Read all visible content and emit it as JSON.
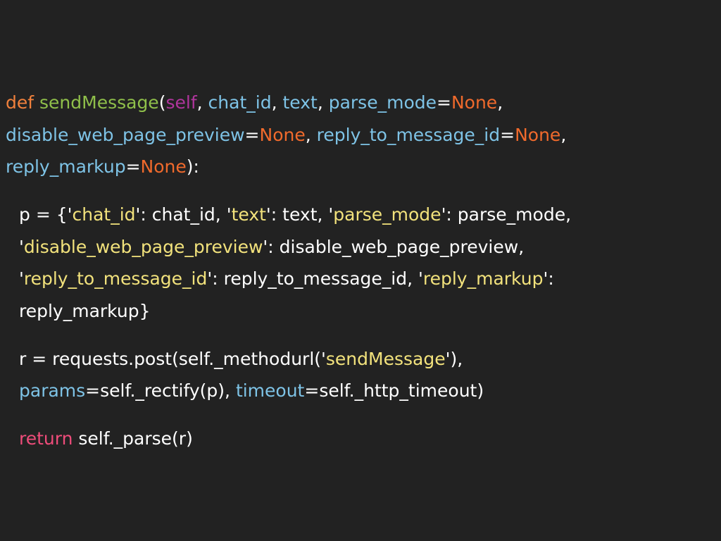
{
  "colors": {
    "background": "#222222",
    "plain": "#ffffff",
    "keyword_def": "#f0803c",
    "function_name": "#8fbf4a",
    "self_param": "#b0359c",
    "param": "#7ec3e6",
    "none_constant": "#f06a2c",
    "string": "#f2e27c",
    "keyword_return": "#ee4c7a"
  },
  "code": {
    "lines": [
      {
        "tokens": [
          {
            "text": "def ",
            "kind": "keyword_def"
          },
          {
            "text": "sendMessage",
            "kind": "function_name"
          },
          {
            "text": "(",
            "kind": "plain"
          },
          {
            "text": "self",
            "kind": "self_param"
          },
          {
            "text": ", ",
            "kind": "plain"
          },
          {
            "text": "chat_id",
            "kind": "param"
          },
          {
            "text": ", ",
            "kind": "plain"
          },
          {
            "text": "text",
            "kind": "param"
          },
          {
            "text": ", ",
            "kind": "plain"
          },
          {
            "text": "parse_mode",
            "kind": "param"
          },
          {
            "text": "=",
            "kind": "plain"
          },
          {
            "text": "None",
            "kind": "none_constant"
          },
          {
            "text": ",",
            "kind": "plain"
          }
        ]
      },
      {
        "tokens": [
          {
            "text": "disable_web_page_preview",
            "kind": "param"
          },
          {
            "text": "=",
            "kind": "plain"
          },
          {
            "text": "None",
            "kind": "none_constant"
          },
          {
            "text": ", ",
            "kind": "plain"
          },
          {
            "text": "reply_to_message_id",
            "kind": "param"
          },
          {
            "text": "=",
            "kind": "plain"
          },
          {
            "text": "None",
            "kind": "none_constant"
          },
          {
            "text": ",",
            "kind": "plain"
          }
        ]
      },
      {
        "tokens": [
          {
            "text": "reply_markup",
            "kind": "param"
          },
          {
            "text": "=",
            "kind": "plain"
          },
          {
            "text": "None",
            "kind": "none_constant"
          },
          {
            "text": "):",
            "kind": "plain"
          }
        ]
      },
      {
        "tokens": [
          {
            "text": "p = {'",
            "kind": "plain"
          },
          {
            "text": "chat_id",
            "kind": "string"
          },
          {
            "text": "': chat_id, '",
            "kind": "plain"
          },
          {
            "text": "text",
            "kind": "string"
          },
          {
            "text": "': text, '",
            "kind": "plain"
          },
          {
            "text": "parse_mode",
            "kind": "string"
          },
          {
            "text": "': parse_mode,",
            "kind": "plain"
          }
        ]
      },
      {
        "tokens": [
          {
            "text": "'",
            "kind": "plain"
          },
          {
            "text": "disable_web_page_preview",
            "kind": "string"
          },
          {
            "text": "': disable_web_page_preview,",
            "kind": "plain"
          }
        ]
      },
      {
        "tokens": [
          {
            "text": "'",
            "kind": "plain"
          },
          {
            "text": "reply_to_message_id",
            "kind": "string"
          },
          {
            "text": "': reply_to_message_id, '",
            "kind": "plain"
          },
          {
            "text": "reply_markup",
            "kind": "string"
          },
          {
            "text": "':",
            "kind": "plain"
          }
        ]
      },
      {
        "tokens": [
          {
            "text": "reply_markup}",
            "kind": "plain"
          }
        ]
      },
      {
        "tokens": [
          {
            "text": "r = requests.post(self._methodurl('",
            "kind": "plain"
          },
          {
            "text": "sendMessage",
            "kind": "string"
          },
          {
            "text": "'),",
            "kind": "plain"
          }
        ]
      },
      {
        "tokens": [
          {
            "text": "params",
            "kind": "param"
          },
          {
            "text": "=self._rectify(p), ",
            "kind": "plain"
          },
          {
            "text": "timeout",
            "kind": "param"
          },
          {
            "text": "=self._http_timeout)",
            "kind": "plain"
          }
        ]
      },
      {
        "tokens": [
          {
            "text": "return",
            "kind": "keyword_return"
          },
          {
            "text": " self._parse(r)",
            "kind": "plain"
          }
        ]
      }
    ]
  }
}
